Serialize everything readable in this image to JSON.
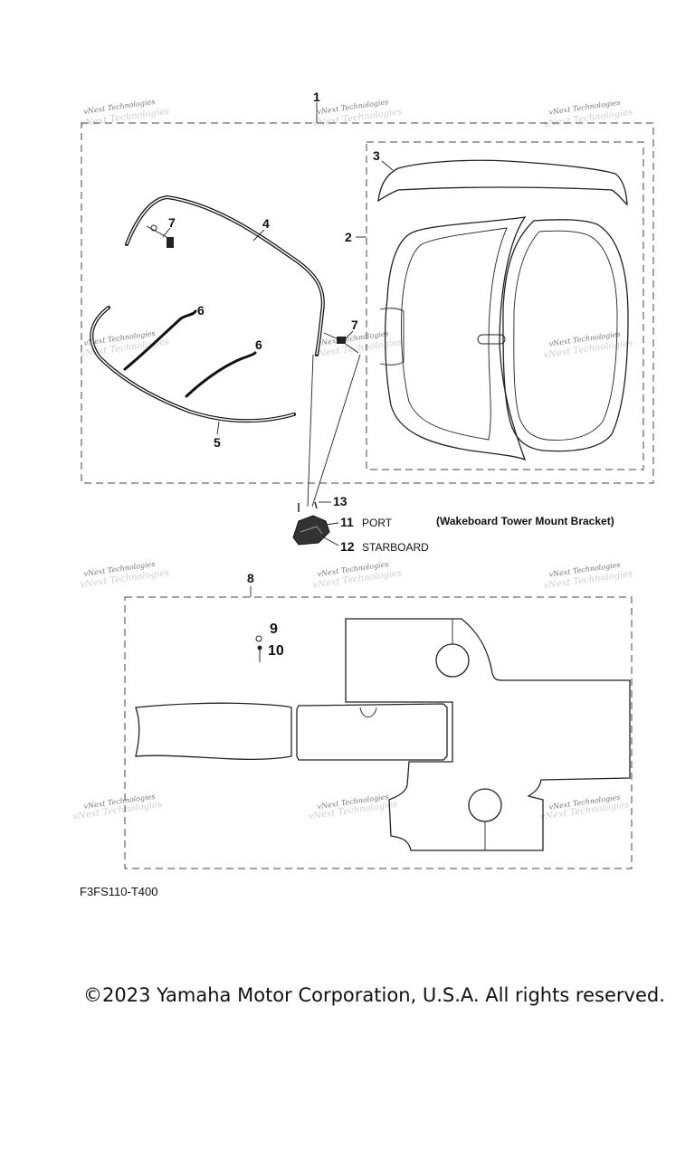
{
  "watermark": "vNext Technologies",
  "callouts": {
    "c1": "1",
    "c2": "2",
    "c3": "3",
    "c4": "4",
    "c5": "5",
    "c6a": "6",
    "c6b": "6",
    "c7a": "7",
    "c7b": "7",
    "c8": "8",
    "c9": "9",
    "c10": "10",
    "c11": "11",
    "c12": "12",
    "c13": "13"
  },
  "labels": {
    "port": "PORT",
    "starboard": "STARBOARD",
    "bracket": "(Wakeboard Tower Mount Bracket)"
  },
  "figure_code": "F3FS110-T400",
  "copyright": "©2023 Yamaha Motor Corporation, U.S.A. All rights reserved."
}
